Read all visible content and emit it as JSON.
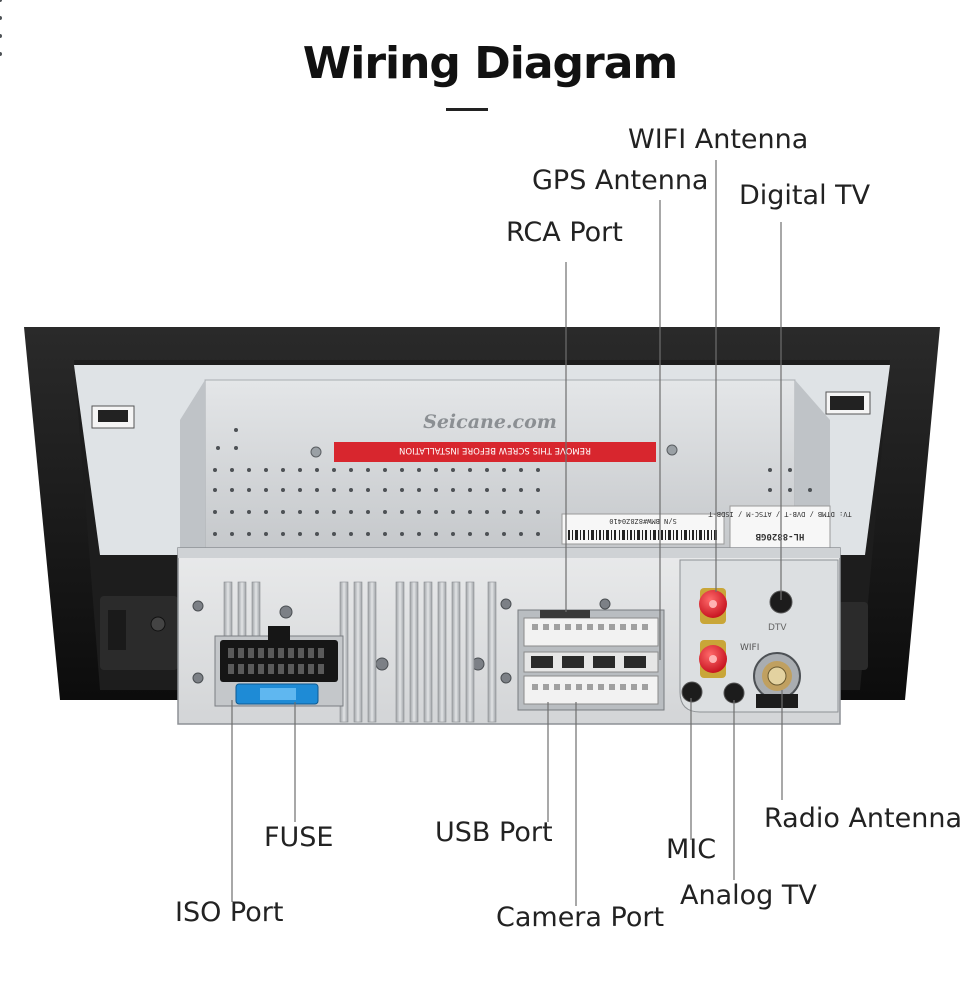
{
  "title": "Wiring Diagram",
  "watermark": "Seicane.com",
  "sticker_warning": "REMOVE THIS SCREW BEFORE INSTALLATION",
  "serial_text": "S/N BMW#8Z8Z0410",
  "model_label": "HL-8820GB",
  "tv_options_label": "TV: DTMB / DVB-T / ATSC-M / ISDB-T",
  "labels": {
    "wifi_antenna": "WIFI Antenna",
    "gps_antenna": "GPS Antenna",
    "digital_tv": "Digital TV",
    "rca_port": "RCA Port",
    "fuse": "FUSE",
    "usb_port": "USB Port",
    "mic": "MIC",
    "radio_antenna": "Radio Antenna",
    "iso_port": "ISO Port",
    "camera_port": "Camera Port",
    "analog_tv": "Analog TV"
  },
  "port_marks": {
    "dtv": "DTV",
    "wifi": "WIFI"
  },
  "colors": {
    "antenna_connector": "#e0192a",
    "fuse": "#1e8bd6",
    "sticker": "#d8262e",
    "chassis": "#c9cccf",
    "bezel": "#141414"
  }
}
